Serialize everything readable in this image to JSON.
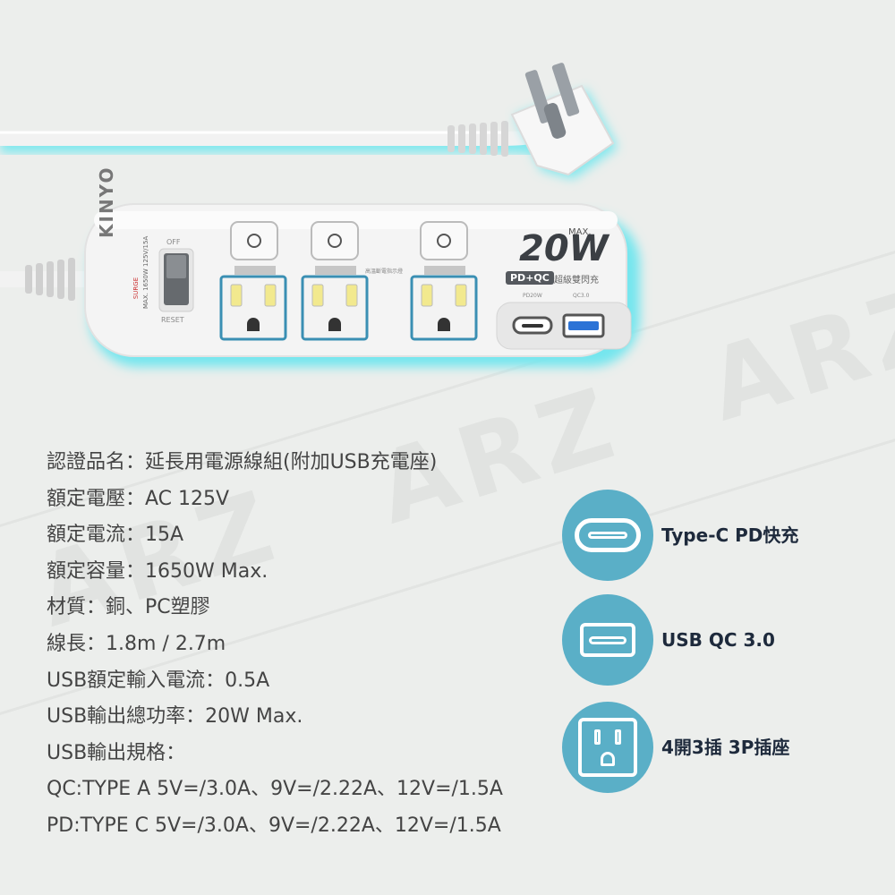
{
  "watermark": "ARZ",
  "product": {
    "brand": "KINYO",
    "switch_off_label": "OFF",
    "switch_reset_label": "RESET",
    "switch_badge": "SURGE",
    "rating_text": "MAX. 1650W 125V/15A",
    "max_label": "MAX.",
    "power_label": "20W",
    "pd_qc_badge": "PD+QC",
    "dual_fast_label": "超級雙閃充",
    "indicator_label": "高溫斷電指示燈",
    "port_pd_label": "PD20W",
    "port_qc_label": "QC3.0",
    "colors": {
      "accent": "#5aafc7",
      "body": "#f4f4f4",
      "glow": "#7fe8ee"
    }
  },
  "specs": [
    "認證品名：延長用電源線組(附加USB充電座)",
    "額定電壓：AC 125V",
    "額定電流：15A",
    "額定容量：1650W Max.",
    "材質：銅、PC塑膠",
    "線長：1.8m / 2.7m",
    "USB額定輸入電流：0.5A",
    "USB輸出總功率：20W Max.",
    "USB輸出規格：",
    "QC:TYPE A 5V=/3.0A、9V=/2.22A、12V=/1.5A",
    "PD:TYPE C 5V=/3.0A、9V=/2.22A、12V=/1.5A"
  ],
  "features": [
    {
      "label": "Type-C PD快充",
      "icon": "type-c-port-icon"
    },
    {
      "label": "USB QC 3.0",
      "icon": "usb-a-port-icon"
    },
    {
      "label": "4開3插 3P插座",
      "icon": "three-prong-outlet-icon"
    }
  ]
}
